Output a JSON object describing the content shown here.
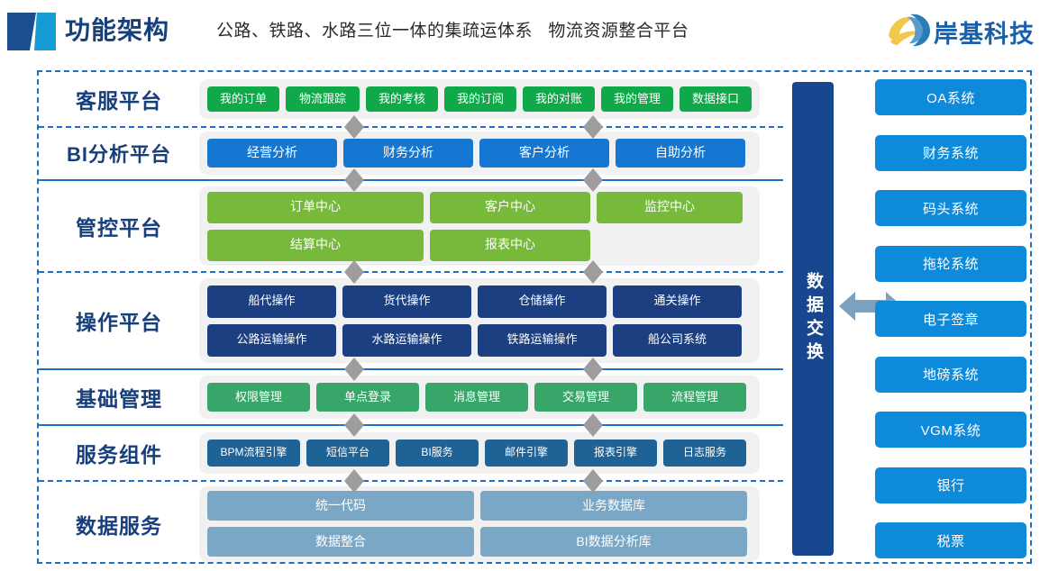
{
  "header": {
    "title": "功能架构",
    "subtitle": "公路、铁路、水路三位一体的集疏运体系   物流资源整合平台",
    "logo_text": "岸基科技",
    "brand_blue": "#173f7c",
    "brand_cyan": "#169bd5",
    "logo_yellow": "#f2c84b",
    "logo_blue": "#2a7cb8"
  },
  "rows": [
    {
      "label": "客服平台",
      "color": "#10a94a",
      "items": [
        "我的订单",
        "物流跟踪",
        "我的考核",
        "我的订阅",
        "我的对账",
        "我的管理",
        "数据接口"
      ]
    },
    {
      "label": "BI分析平台",
      "color": "#1577d2",
      "items": [
        "经营分析",
        "财务分析",
        "客户分析",
        "自助分析"
      ]
    },
    {
      "label": "管控平台",
      "color": "#77b93b",
      "items": [
        "订单中心",
        "客户中心",
        "监控中心",
        "结算中心",
        "报表中心"
      ]
    },
    {
      "label": "操作平台",
      "color": "#1b3f81",
      "items": [
        "船代操作",
        "货代操作",
        "仓储操作",
        "通关操作",
        "公路运输操作",
        "水路运输操作",
        "铁路运输操作",
        "船公司系统"
      ]
    },
    {
      "label": "基础管理",
      "color": "#37a668",
      "items": [
        "权限管理",
        "单点登录",
        "消息管理",
        "交易管理",
        "流程管理"
      ]
    },
    {
      "label": "服务组件",
      "color": "#1f6295",
      "items": [
        "BPM流程引擎",
        "短信平台",
        "BI服务",
        "邮件引擎",
        "报表引擎",
        "日志服务"
      ]
    },
    {
      "label": "数据服务",
      "color": "#7ba7c7",
      "items": [
        "统一代码",
        "业务数据库",
        "数据整合",
        "BI数据分析库"
      ]
    }
  ],
  "exchange": {
    "label": "数据交换",
    "color": "#17478e",
    "arrow_icon": "double-arrow-horizontal",
    "arrow_color": "#7ea2bd"
  },
  "external_systems": {
    "color": "#0e8ada",
    "items": [
      "OA系统",
      "财务系统",
      "码头系统",
      "拖轮系统",
      "电子签章",
      "地磅系统",
      "VGM系统",
      "银行",
      "税票"
    ]
  },
  "connectors": {
    "icon": "double-arrow-vertical",
    "color": "#9d9d9d",
    "count": 12
  }
}
